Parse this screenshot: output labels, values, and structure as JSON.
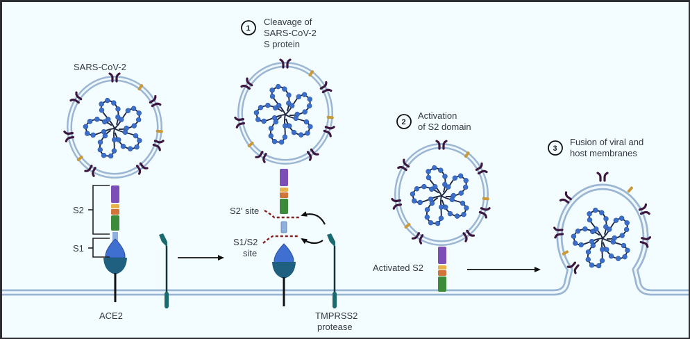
{
  "diagram": {
    "title": "SARS-CoV-2 entry via TMPRSS2-mediated spike cleavage",
    "colors": {
      "background": "#f3fdff",
      "frame": "#2b2f33",
      "membrane": "#9bb6d3",
      "membrane_inner": "#eef8fd",
      "spike_purple": "#7b4fb5",
      "spike_yellow": "#e8b24a",
      "spike_orange": "#d0743a",
      "spike_green": "#3d8a3a",
      "spike_stalk": "#8fb0dd",
      "s1_blue": "#3f6fd0",
      "ace2_teal": "#1f5f80",
      "tmprss2_teal": "#1b6a70",
      "rna_bead": "#3b6fc9",
      "rna_strand": "#1d2540",
      "viral_protein_dark": "#3c1840",
      "viral_protein_gold": "#c9993a",
      "cleavage_dash": "#8a1f1f",
      "text": "#333a40"
    },
    "labels": {
      "virus": "SARS-CoV-2",
      "s2": "S2",
      "s1": "S1",
      "ace2": "ACE2",
      "s2prime_site": "S2' site",
      "s1s2_site_line1": "S1/S2",
      "s1s2_site_line2": "site",
      "tmprss2_line1": "TMPRSS2",
      "tmprss2_line2": "protease",
      "activated_s2": "Activated S2"
    },
    "steps": [
      {
        "number": "1",
        "lines": [
          "Cleavage of",
          "SARS-CoV-2",
          "S protein"
        ]
      },
      {
        "number": "2",
        "lines": [
          "Activation",
          "of S2 domain"
        ]
      },
      {
        "number": "3",
        "lines": [
          "Fusion of viral and",
          "host membranes"
        ]
      }
    ]
  }
}
